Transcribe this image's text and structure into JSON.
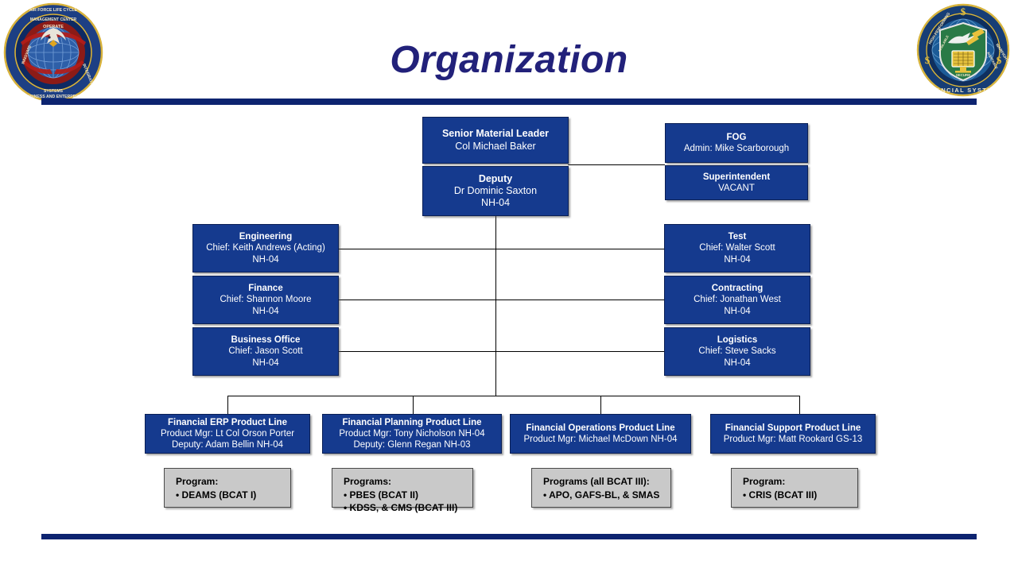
{
  "slide": {
    "title": "Organization",
    "accent_color": "#0d2470",
    "title_color": "#22217a",
    "box_color": "#153A8E",
    "program_box_color": "#C9C9C9"
  },
  "logos": {
    "left": {
      "name": "air-force-life-cycle-management-center-seal",
      "outer_text_top": "AIR FORCE LIFE CYCLE MANAGEMENT CENTER",
      "outer_text_bottom": "BUSINESS AND ENTERPRISE SYSTEMS",
      "inner_text_top": "OPERATE",
      "inner_text_left": "INNOVATE",
      "inner_text_right": "INTEGRATE"
    },
    "right": {
      "name": "financial-systems-seal",
      "outer_text": "FINANCIAL SYSTEMS",
      "ring_text_top_left": "HIGH-PERFORMING",
      "ring_text_top_right": "WARFIGHTER FOCUSED",
      "ring_text_inner_left": "AVAILABLE",
      "ring_text_inner_right": "AUDITABLE",
      "shield_text": "SECURE"
    }
  },
  "org": {
    "leadership": [
      {
        "id": "senior-material-leader",
        "title": "Senior Material Leader",
        "lines": [
          "Col Michael Baker"
        ]
      },
      {
        "id": "deputy",
        "title": "Deputy",
        "lines": [
          "Dr Dominic Saxton",
          "NH-04"
        ]
      }
    ],
    "staff": [
      {
        "id": "fog",
        "title": "FOG",
        "lines": [
          "Admin: Mike Scarborough"
        ]
      },
      {
        "id": "superintendent",
        "title": "Superintendent",
        "lines": [
          "VACANT"
        ]
      }
    ],
    "directorates_left": [
      {
        "id": "engineering",
        "title": "Engineering",
        "lines": [
          "Chief: Keith Andrews (Acting)",
          "NH-04"
        ]
      },
      {
        "id": "finance",
        "title": "Finance",
        "lines": [
          "Chief: Shannon Moore",
          "NH-04"
        ]
      },
      {
        "id": "business-office",
        "title": "Business Office",
        "lines": [
          "Chief: Jason Scott",
          "NH-04"
        ]
      }
    ],
    "directorates_right": [
      {
        "id": "test",
        "title": "Test",
        "lines": [
          "Chief: Walter Scott",
          "NH-04"
        ]
      },
      {
        "id": "contracting",
        "title": "Contracting",
        "lines": [
          "Chief: Jonathan West",
          "NH-04"
        ]
      },
      {
        "id": "logistics",
        "title": "Logistics",
        "lines": [
          "Chief: Steve Sacks",
          "NH-04"
        ]
      }
    ],
    "product_lines": [
      {
        "id": "financial-erp-product-line",
        "title": "Financial ERP Product Line",
        "lines": [
          "Product Mgr: Lt Col Orson Porter",
          "Deputy: Adam Bellin NH-04"
        ],
        "programs": {
          "heading": "Program:",
          "items": [
            "• DEAMS (BCAT I)"
          ]
        }
      },
      {
        "id": "financial-planning-product-line",
        "title": "Financial Planning Product Line",
        "lines": [
          "Product Mgr: Tony Nicholson NH-04",
          "Deputy: Glenn Regan NH-03"
        ],
        "programs": {
          "heading": "Programs:",
          "items": [
            "• PBES (BCAT II)",
            "• KDSS, & CMS (BCAT III)"
          ]
        }
      },
      {
        "id": "financial-operations-product-line",
        "title": "Financial Operations Product Line",
        "lines": [
          "Product Mgr: Michael McDown NH-04"
        ],
        "programs": {
          "heading": "Programs (all BCAT III):",
          "items": [
            "• APO, GAFS-BL, & SMAS"
          ]
        }
      },
      {
        "id": "financial-support-product-line",
        "title": "Financial Support Product Line",
        "lines": [
          "Product Mgr: Matt Rookard GS-13"
        ],
        "programs": {
          "heading": "Program:",
          "items": [
            "• CRIS (BCAT III)"
          ]
        }
      }
    ]
  }
}
